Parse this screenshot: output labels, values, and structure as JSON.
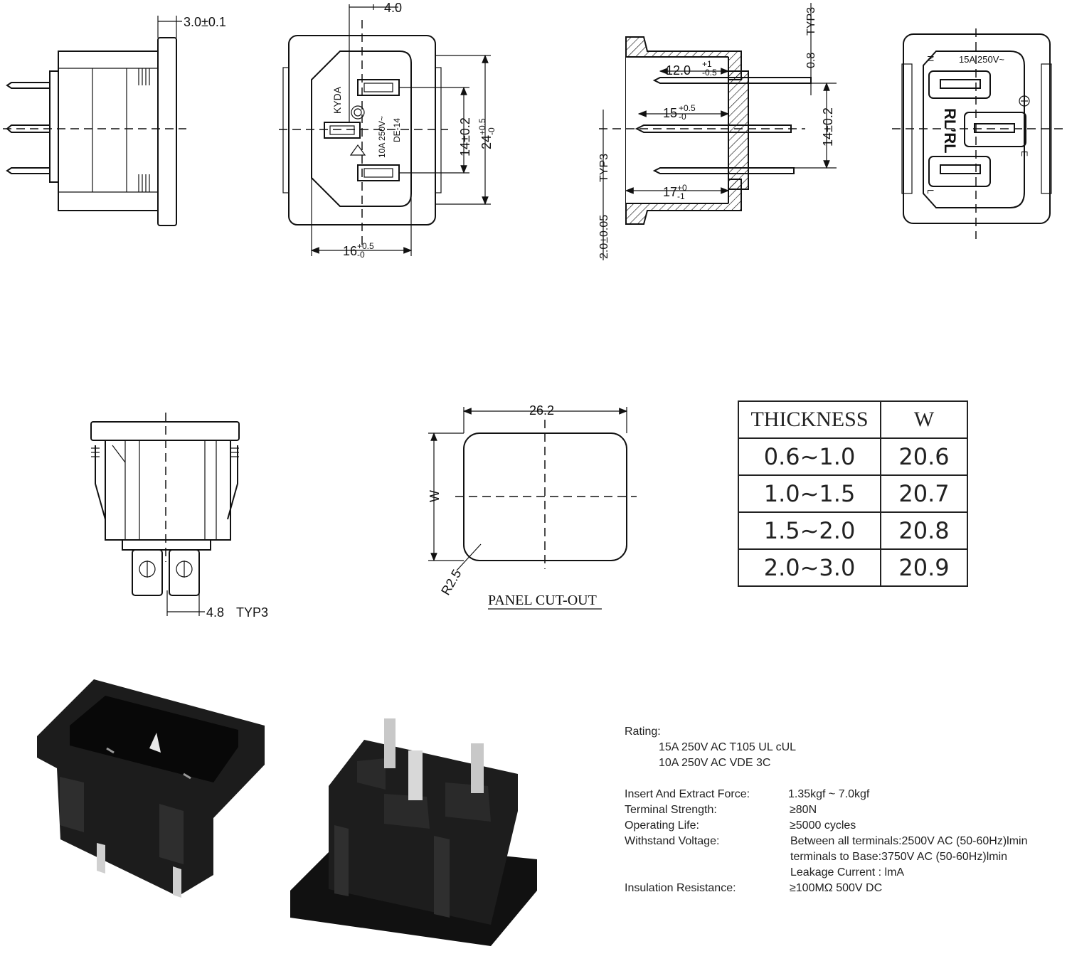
{
  "dimensions": {
    "flange": "3.0±0.1",
    "pin_offset": "4.0",
    "pin_pitch": "14±0.2",
    "height": "24",
    "height_tol_upper": "+0.5",
    "height_tol_lower": "-0",
    "width_base": "16",
    "width_tol_upper": "+0.5",
    "width_tol_lower": "-0",
    "pin_thickness": "0.8",
    "typ3": "TYP3",
    "len_a_base": "12.0",
    "len_a_tol_upper": "+1",
    "len_a_tol_lower": "-0.5",
    "len_b_base": "15",
    "len_b_tol_upper": "+0.5",
    "len_b_tol_lower": "-0",
    "len_c_base": "17",
    "len_c_tol_upper": "+0",
    "len_c_tol_lower": "-1",
    "wall": "2.0±0.05",
    "terminal_width": "4.8",
    "cutout_width": "26.2",
    "cutout_w": "W",
    "cutout_radius": "R2.5"
  },
  "front_marking": {
    "brand": "KYDA",
    "rating": "10A 250V~",
    "model": "DE-14"
  },
  "rear_marking": {
    "rating": "15A 250V~",
    "n": "N",
    "e": "E",
    "l": "L",
    "ul": "RL’RL"
  },
  "panel_cutout_label": "PANEL CUT-OUT",
  "thickness_table": {
    "headers": [
      "THICKNESS",
      "W"
    ],
    "rows": [
      [
        "0.6~1.0",
        "20.6"
      ],
      [
        "1.0~1.5",
        "20.7"
      ],
      [
        "1.5~2.0",
        "20.8"
      ],
      [
        "2.0~3.0",
        "20.9"
      ]
    ]
  },
  "specs": {
    "rating_label": "Rating:",
    "rating_line1": "15A 250V AC  T105  UL     cUL",
    "rating_line2": "10A 250V AC              VDE   3C",
    "force_label": "Insert And Extract Force:",
    "force_value": "1.35kgf ~ 7.0kgf",
    "strength_label": "Terminal Strength:",
    "strength_value": "≥80N",
    "life_label": "Operating Life:",
    "life_value": "≥5000  cycles",
    "voltage_label": "Withstand Voltage:",
    "voltage_value1": "Between all terminals:2500V AC (50-60Hz)lmin",
    "voltage_value2": "terminals to Base:3750V AC (50-60Hz)lmin",
    "voltage_value3": "Leakage Current : lmA",
    "insulation_label": "Insulation Resistance:",
    "insulation_value": "≥100MΩ  500V DC"
  }
}
